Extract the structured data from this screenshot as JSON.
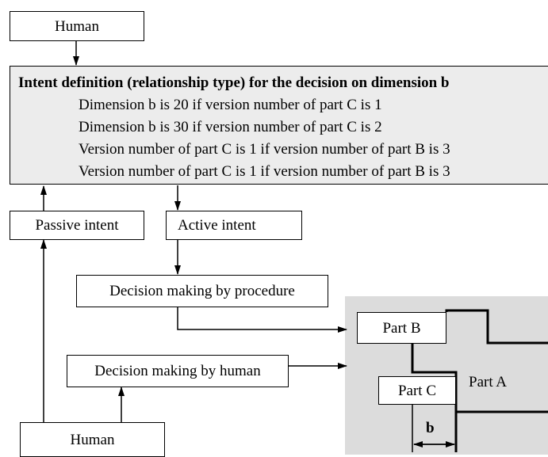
{
  "nodes": {
    "human_top": "Human",
    "human_bottom": "Human",
    "passive_intent": "Passive intent",
    "active_intent": "Active intent",
    "decision_procedure": "Decision making by procedure",
    "decision_human": "Decision making by human"
  },
  "intent_definition": {
    "title": "Intent definition (relationship type) for the decision on dimension b",
    "rules": [
      "Dimension  b is 20 if version number of part C is 1",
      "Dimension  b is 30 if version number of part C is 2",
      "Version number of part C is 1 if version number of part B is 3",
      "Version number of part C is 1 if version number of part B is 3"
    ]
  },
  "parts_figure": {
    "part_a": "Part A",
    "part_b": "Part B",
    "part_c": "Part C",
    "dimension": "b"
  }
}
